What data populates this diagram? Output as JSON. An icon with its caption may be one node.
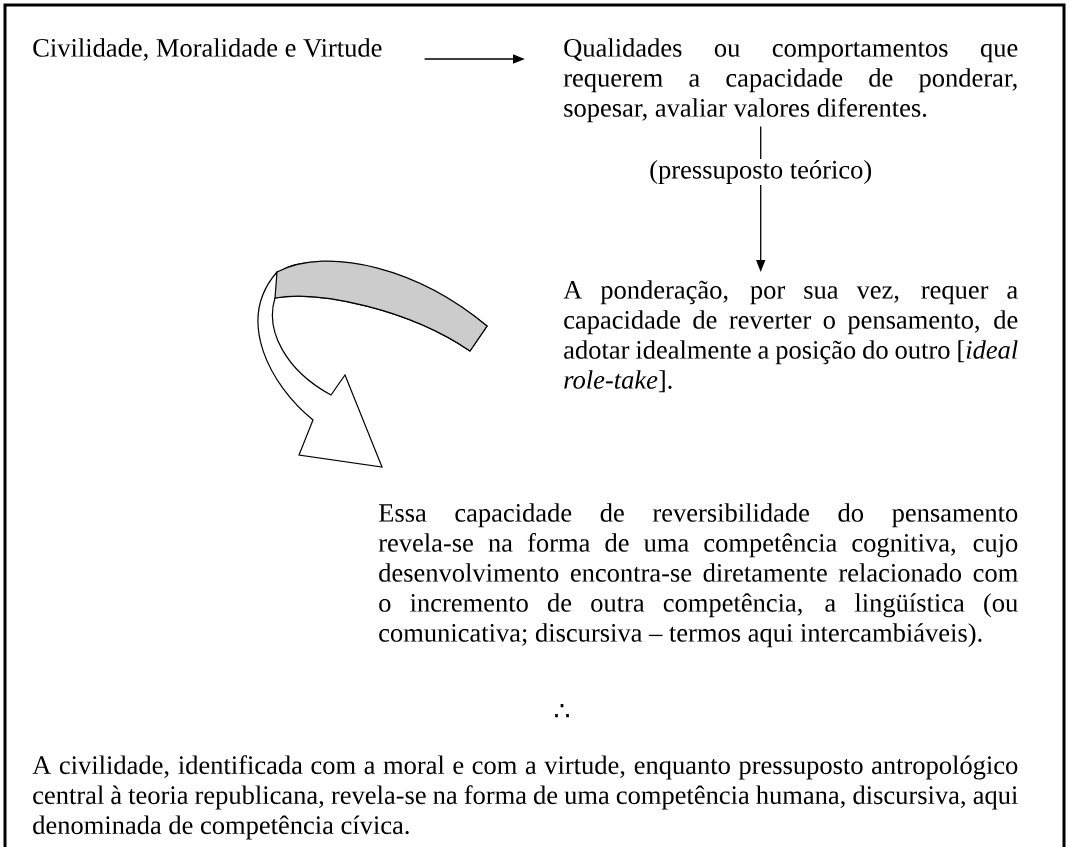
{
  "diagram": {
    "nodes": [
      {
        "text": [
          "Civilidade, Moralidade e Virtude"
        ]
      },
      {
        "text": [
          "Qualidades ou comportamentos que requerem a capacidade de ponderar, sopesar, avaliar valores diferentes."
        ]
      },
      {
        "text": [
          "A ponderação, por sua vez, requer a capacidade de reverter o pensamento, de adotar idealmente a posição do outro [*ideal role-take*]."
        ]
      },
      {
        "text": [
          "Essa capacidade de reversibilidade do pensamento revela-se na forma de uma competência cognitiva, cujo desenvolvimento encontra-se diretamente relacionado com o incremento de outra competência, a lingüística (ou comunicativa; discursiva – termos aqui intercambiáveis)."
        ]
      },
      {
        "text": [
          "A civilidade, identificada com a moral e com a virtude, enquanto pressuposto antropológico central à teoria republicana, revela-se na forma de uma competência humana, discursiva, aqui denominada de competência cívica."
        ]
      }
    ],
    "edges": [
      {
        "from": 0,
        "to": 1,
        "arrow": "to"
      },
      {
        "from": 1,
        "to": 2,
        "arrow": "to",
        "label": "(pressuposto teórico)"
      },
      {
        "from": 2,
        "to": 3,
        "arrow": "to"
      }
    ],
    "labels": [
      "∴"
    ]
  }
}
